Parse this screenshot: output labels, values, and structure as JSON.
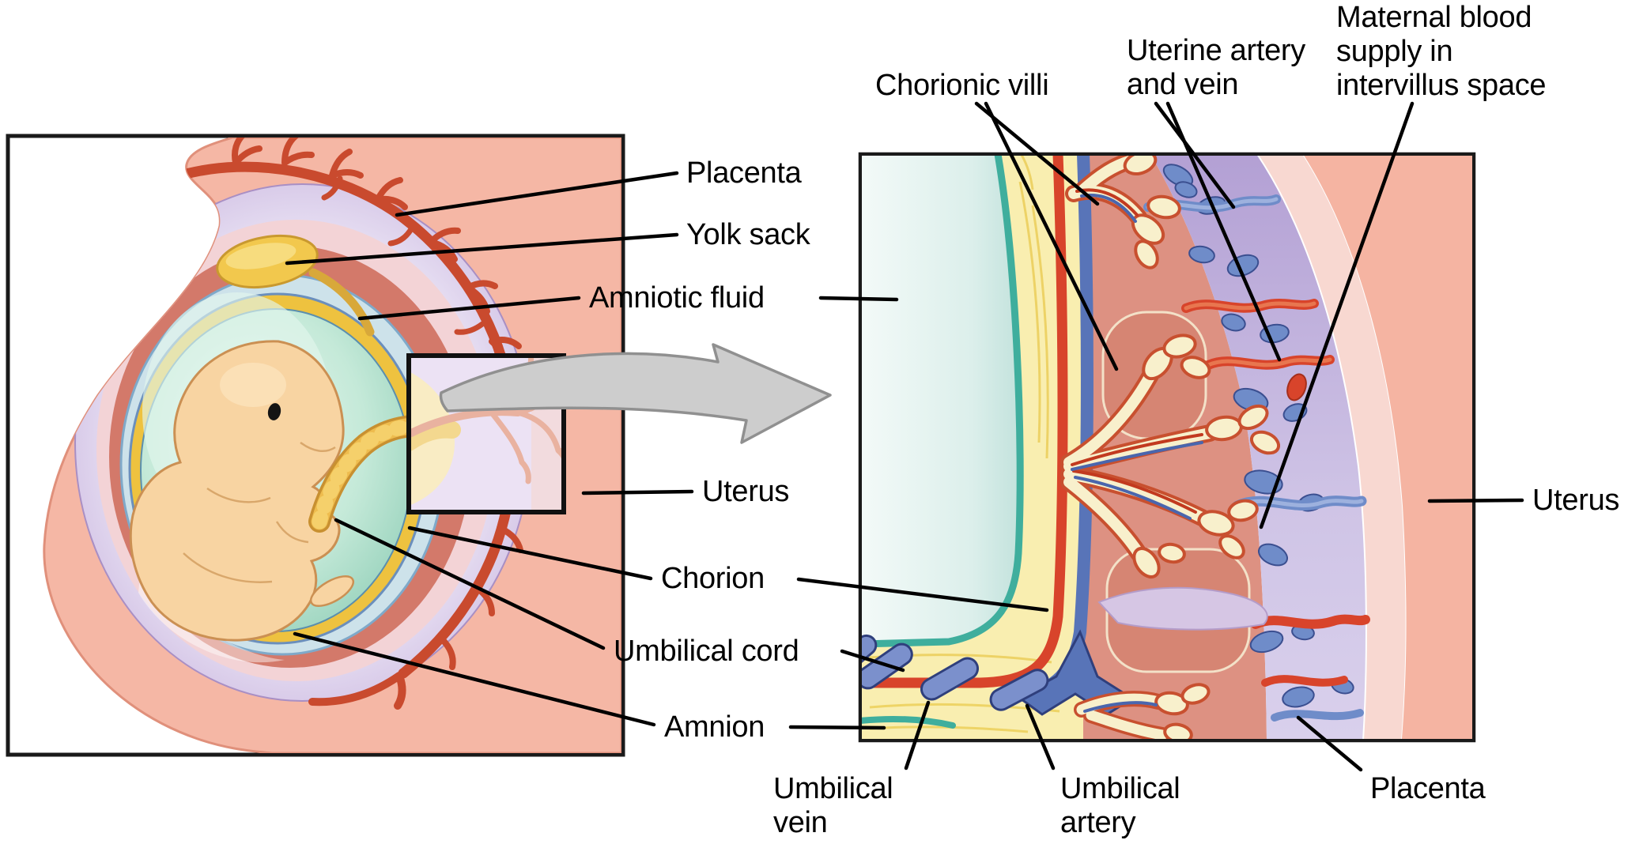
{
  "figure": {
    "type": "anatomical-diagram",
    "subject": "Embryonic development: embryo in uterus (overview) and placental structure (close-up)",
    "background_color": "#ffffff",
    "label_text_color": "#000000",
    "leader_line_color": "#000000"
  },
  "left_panel": {
    "name": "embryo-overview-panel",
    "labels": {
      "placenta": {
        "text": "Placenta"
      },
      "yolk_sack": {
        "text": "Yolk sack"
      },
      "amniotic_fluid": {
        "text": "Amniotic fluid"
      },
      "uterus": {
        "text": "Uterus"
      },
      "chorion": {
        "text": "Chorion"
      },
      "umbilical_cord": {
        "text": "Umbilical cord"
      },
      "amnion": {
        "text": "Amnion"
      }
    }
  },
  "right_panel": {
    "name": "placenta-detail-panel",
    "labels": {
      "chorionic_villi": {
        "text": "Chorionic villi"
      },
      "uterine_artery_and_vein": {
        "text": "Uterine artery\nand vein"
      },
      "maternal_blood_supply": {
        "text": "Maternal blood\nsupply in\nintervillus space"
      },
      "uterus": {
        "text": "Uterus"
      },
      "placenta": {
        "text": "Placenta"
      },
      "umbilical_vein": {
        "text": "Umbilical\nvein"
      },
      "umbilical_artery": {
        "text": "Umbilical\nartery"
      }
    }
  },
  "icons": {
    "zoom_arrow": "curved-arrow-right",
    "zoom_region": "inset-rectangle"
  },
  "colors": {
    "uterus_flesh_pink": "#f5b7a5",
    "uterine_wall_light": "#f8d8d1",
    "placenta_purple": "#bda4d6",
    "decidua_purple": "#b3a0d4",
    "brick_ring": "#d3796a",
    "intervillous_salmon": "#dd9182",
    "amnion_yellow": "#eec23f",
    "chorion_band_yellow": "#f9eeb0",
    "amniotic_teal": "#8ecdb6",
    "fluid_pale_blue": "#d9edea",
    "artery_red": "#c94a2e",
    "vein_blue": "#5874b8",
    "villi_cream": "#f8f0cc",
    "fetus_skin": "#f8d4a2",
    "yolk_yellow": "#f2c84d",
    "arrow_gray": "#cdcdcd"
  }
}
